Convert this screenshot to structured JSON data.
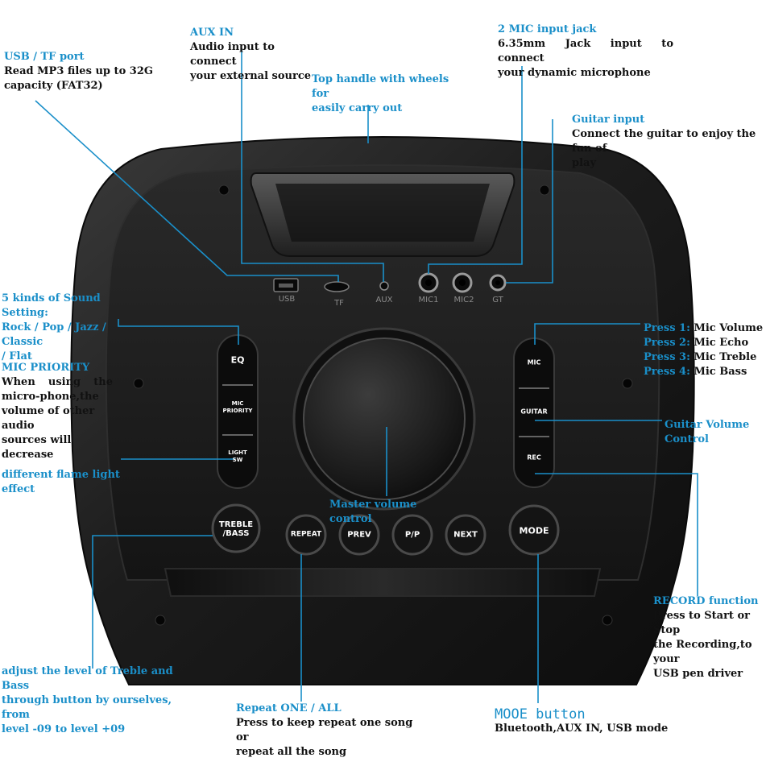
{
  "ports": {
    "usb": "USB",
    "tf": "TF",
    "aux": "AUX",
    "mic1": "MIC1",
    "mic2": "MIC2",
    "gt": "GT"
  },
  "buttons": {
    "eq": "EQ",
    "mic_priority": [
      "MIC",
      "PRIORITY"
    ],
    "light_sw": [
      "LIGHT",
      "SW"
    ],
    "mic": "MIC",
    "guitar": "GUITAR",
    "rec": "REC",
    "treble_bass": [
      "TREBLE",
      "/BASS"
    ],
    "repeat": "REPEAT",
    "prev": "PREV",
    "pp": "P/P",
    "next": "NEXT",
    "mode": "MODE"
  },
  "annotations": {
    "usb_tf": {
      "title": "USB / TF port",
      "desc": [
        "Read MP3 files up to 32G",
        "capacity (FAT32)"
      ]
    },
    "aux_in": {
      "title": "AUX IN",
      "desc": [
        "Audio input to connect",
        "your external source"
      ]
    },
    "handle": {
      "title": [
        "Top handle with wheels for",
        "easily carry out"
      ]
    },
    "mic_jack": {
      "title": "2 MIC input jack",
      "desc": [
        "6.35mm Jack input to connect",
        "your dynamic microphone"
      ]
    },
    "guitar_input": {
      "title": "Guitar input",
      "desc": [
        "Connect the guitar to enjoy the fun of",
        "play"
      ]
    },
    "sound_setting": {
      "title": [
        "5 kinds of Sound Setting:",
        "Rock / Pop / Jazz / Classic",
        "/ Flat"
      ]
    },
    "mic_priority": {
      "title": "MIC PRIORITY",
      "desc": [
        "When using the",
        "micro-phone,the",
        "volume of other audio",
        "sources will decrease"
      ]
    },
    "flame_light": {
      "title": [
        "different flame light",
        "effect"
      ]
    },
    "mic_press": [
      {
        "key": "Press 1:",
        "value": "Mic Volume"
      },
      {
        "key": "Press 2:",
        "value": "Mic Echo"
      },
      {
        "key": "Press 3:",
        "value": "Mic Treble"
      },
      {
        "key": "Press 4:",
        "value": "Mic Bass"
      }
    ],
    "guitar_volume": {
      "title": [
        "Guitar Volume",
        "Control"
      ]
    },
    "master_volume": {
      "title": "Master volume control"
    },
    "record": {
      "title": "RECORD function",
      "desc": [
        "Press to Start or Stop",
        "the Recording,to your",
        "USB pen driver"
      ]
    },
    "treble_bass": {
      "title": [
        "adjust the level of Treble and Bass",
        "through button by ourselves, from",
        "level -09 to level +09"
      ]
    },
    "repeat": {
      "title": "Repeat ONE / ALL",
      "desc": [
        "Press to keep repeat one song or",
        "repeat all the song"
      ]
    },
    "mode": {
      "title": "MOOE button",
      "desc": "Bluetooth,AUX IN, USB mode"
    }
  },
  "colors": {
    "accent": "#1a8fc9",
    "body_dark": "#1b1b1b",
    "button_dark": "#141414"
  }
}
